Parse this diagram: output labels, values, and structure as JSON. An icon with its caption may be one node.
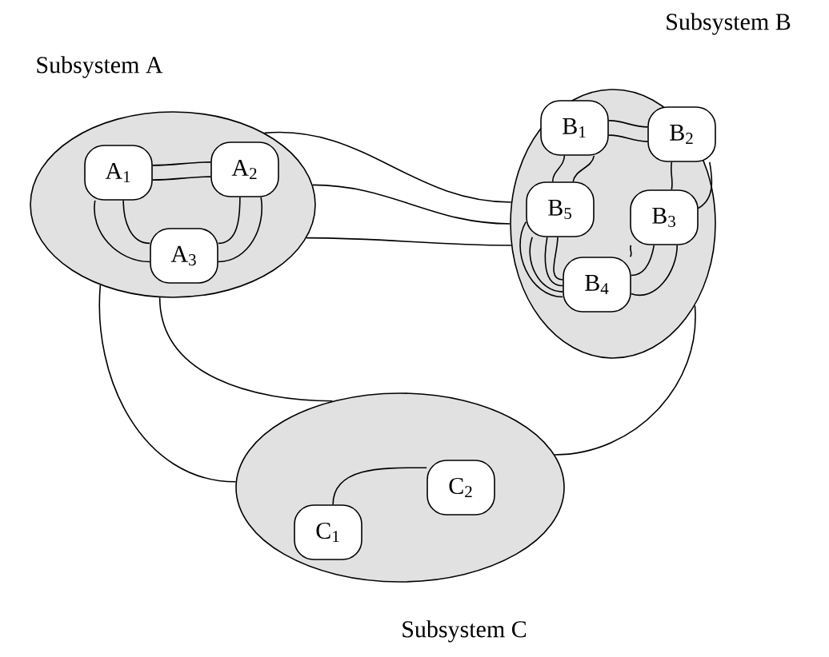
{
  "diagram": {
    "nodes": [
      {
        "text": [
          "Subsystem A"
        ]
      },
      {
        "text": [
          "A$_{1}$"
        ],
        "in": 0
      },
      {
        "text": [
          "A$_{2}$"
        ],
        "in": 0
      },
      {
        "text": [
          "A$_{3}$"
        ],
        "in": 0
      },
      {
        "text": [
          "Subsystem B"
        ]
      },
      {
        "text": [
          "B$_{1}$"
        ],
        "in": 4
      },
      {
        "text": [
          "B$_{2}$"
        ],
        "in": 4
      },
      {
        "text": [
          "B$_{5}$"
        ],
        "in": 4
      },
      {
        "text": [
          "B$_{3}$"
        ],
        "in": 4
      },
      {
        "text": [
          "B$_{4}$"
        ],
        "in": 4
      },
      {
        "text": [
          "Subsystem C"
        ]
      },
      {
        "text": [
          "C$_{1}$"
        ],
        "in": 10
      },
      {
        "text": [
          "C$_{2}$"
        ],
        "in": 10
      }
    ],
    "edges": [
      {
        "from": 1,
        "to": 2,
        "arrow": "none"
      },
      {
        "from": 1,
        "to": 2,
        "arrow": "none"
      },
      {
        "from": 1,
        "to": 3,
        "arrow": "none"
      },
      {
        "from": 1,
        "to": 3,
        "arrow": "none"
      },
      {
        "from": 2,
        "to": 3,
        "arrow": "none"
      },
      {
        "from": 2,
        "to": 3,
        "arrow": "none"
      },
      {
        "from": 0,
        "to": 4,
        "arrow": "none"
      },
      {
        "from": 0,
        "to": 4,
        "arrow": "none"
      },
      {
        "from": 0,
        "to": 4,
        "arrow": "none"
      },
      {
        "from": 0,
        "to": 10,
        "arrow": "none"
      },
      {
        "from": 0,
        "to": 10,
        "arrow": "none"
      },
      {
        "from": 4,
        "to": 10,
        "arrow": "none"
      },
      {
        "from": 5,
        "to": 6,
        "arrow": "none"
      },
      {
        "from": 5,
        "to": 6,
        "arrow": "none"
      },
      {
        "from": 5,
        "to": 7,
        "arrow": "none"
      },
      {
        "from": 5,
        "to": 7,
        "arrow": "none"
      },
      {
        "from": 6,
        "to": 8,
        "arrow": "none"
      },
      {
        "from": 6,
        "to": 8,
        "arrow": "none"
      },
      {
        "from": 8,
        "to": 9,
        "arrow": "none"
      },
      {
        "from": 8,
        "to": 9,
        "arrow": "none"
      },
      {
        "from": 8,
        "to": 9,
        "arrow": "none"
      },
      {
        "from": 7,
        "to": 9,
        "arrow": "none"
      },
      {
        "from": 7,
        "to": 9,
        "arrow": "none"
      },
      {
        "from": 7,
        "to": 9,
        "arrow": "none"
      },
      {
        "from": 7,
        "to": 9,
        "arrow": "none"
      },
      {
        "from": 11,
        "to": 12,
        "arrow": "none"
      }
    ]
  }
}
